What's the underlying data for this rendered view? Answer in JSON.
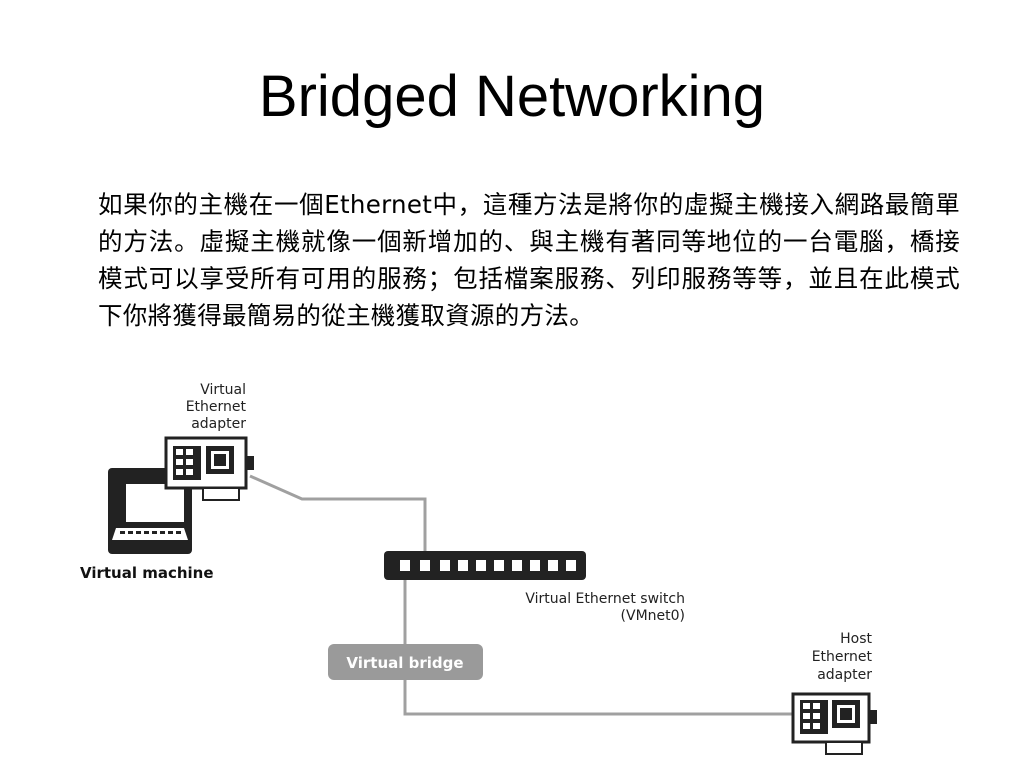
{
  "slide": {
    "title": "Bridged Networking",
    "paragraph": "如果你的主機在一個Ethernet中，這種方法是將你的虛擬主機接入網路最簡單的方法。虛擬主機就像一個新增加的、與主機有著同等地位的一台電腦，橋接模式可以享受所有可用的服務；包括檔案服務、列印服務等等，並且在此模式下你將獲得最簡易的從主機獲取資源的方法。"
  },
  "diagram": {
    "virtual_adapter_label": [
      "Virtual",
      "Ethernet",
      "adapter"
    ],
    "virtual_machine_label": "Virtual machine",
    "switch_label": [
      "Virtual Ethernet switch",
      "(VMnet0)"
    ],
    "bridge_label": "Virtual bridge",
    "host_adapter_label": [
      "Host",
      "Ethernet",
      "adapter"
    ],
    "icons": [
      "laptop-icon",
      "network-card-icon",
      "switch-icon",
      "network-card-icon"
    ],
    "colors": {
      "line": "#a0a0a0",
      "device": "#222222",
      "bridge": "#9a9a9a"
    }
  }
}
